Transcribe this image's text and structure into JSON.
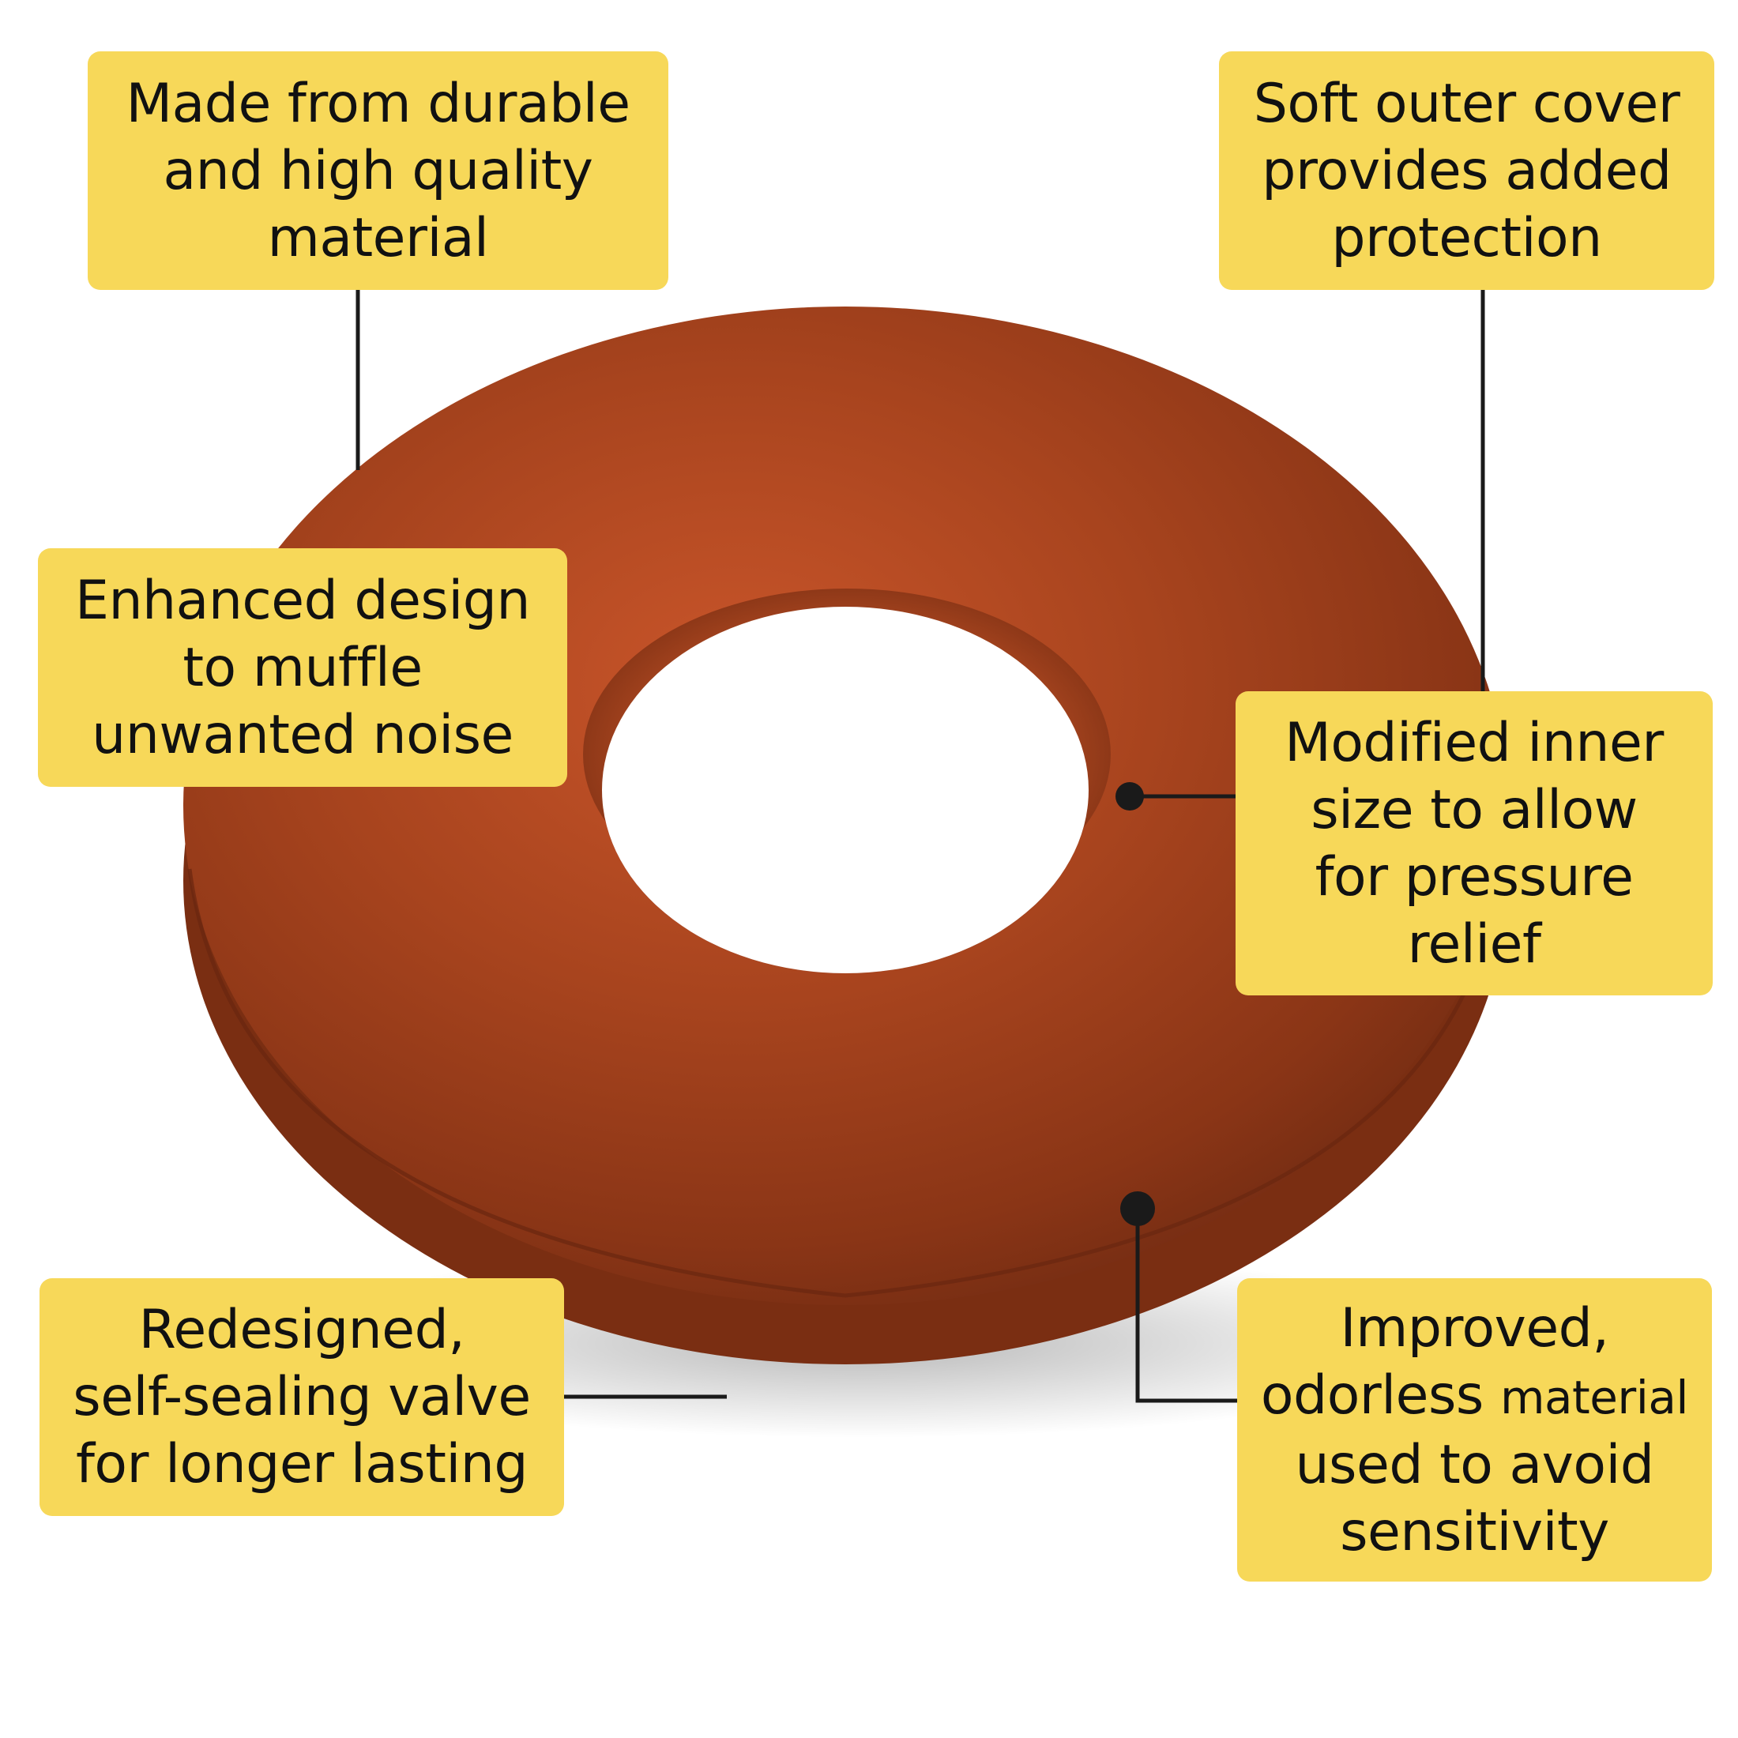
{
  "colors": {
    "callout_fill": "#F7D859",
    "cushion": "#A8441E",
    "leader_line": "#1A1A1A",
    "text": "#111111"
  },
  "callouts": {
    "durable_material": {
      "lines": [
        "Made from durable",
        "and high quality",
        "material"
      ]
    },
    "soft_cover": {
      "lines": [
        "Soft outer cover",
        "provides added",
        "protection"
      ]
    },
    "noise": {
      "lines": [
        "Enhanced design",
        "to muffle",
        "unwanted noise"
      ]
    },
    "inner_size": {
      "lines": [
        "Modified inner",
        "size to allow",
        "for pressure",
        "relief"
      ]
    },
    "valve": {
      "lines": [
        "Redesigned,",
        "self-sealing valve",
        "for longer lasting"
      ]
    },
    "odorless": {
      "line1": "Improved,",
      "line2_main": "odorless",
      "line2_small": "material",
      "line3": "used to avoid",
      "line4": "sensitivity"
    }
  }
}
